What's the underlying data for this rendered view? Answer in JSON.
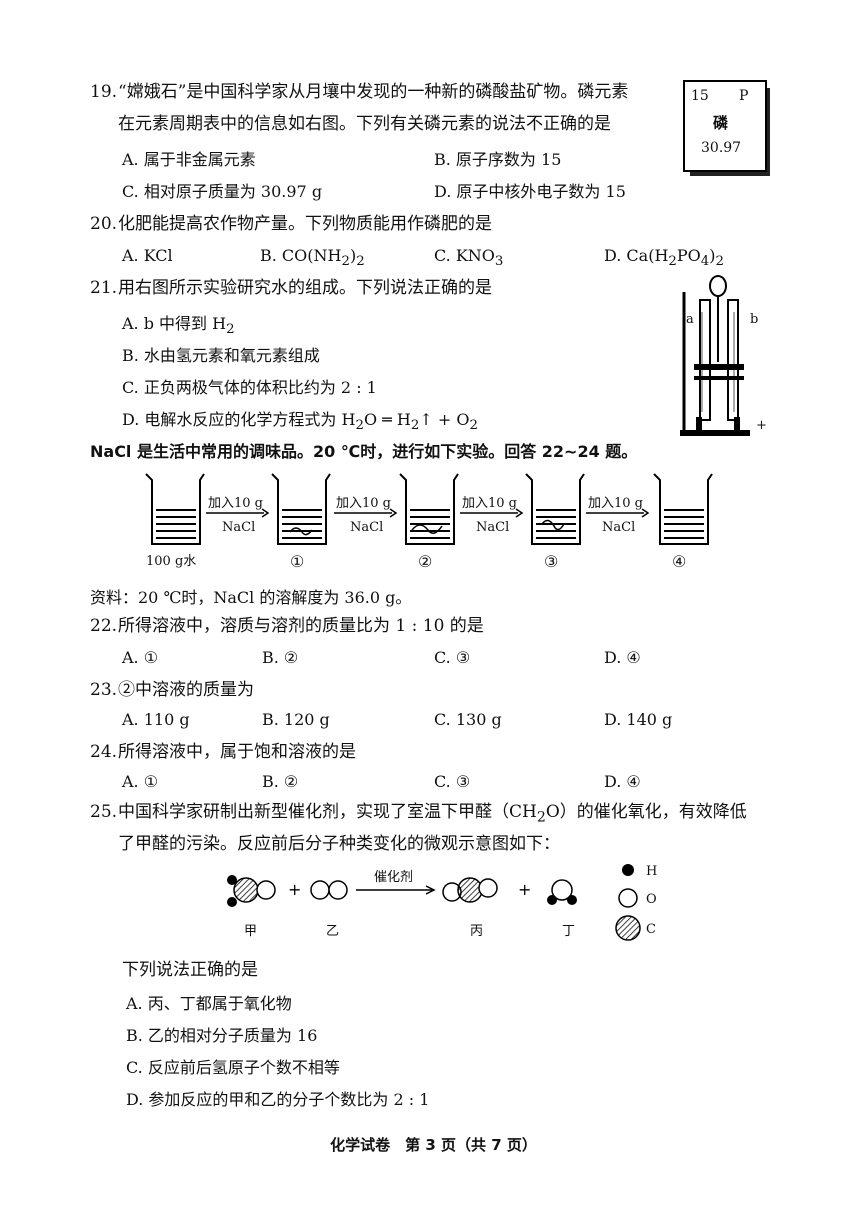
{
  "q19": {
    "number": "19.",
    "stem1": "“嫦娥石”是中国科学家从月壤中发现的一种新的磷酸盐矿物。磷元素",
    "stem2": "在元素周期表中的信息如右图。下列有关磷元素的说法不正确的是",
    "options": {
      "A": "A. 属于非金属元素",
      "B": "B. 原子序数为 15",
      "C": "C. 相对原子质量为 30.97 g",
      "D": "D. 原子中核外电子数为 15"
    },
    "tile": {
      "number": "15",
      "symbol": "P",
      "name": "磷",
      "mass": "30.97"
    }
  },
  "q20": {
    "number": "20.",
    "stem": "化肥能提高农作物产量。下列物质能用作磷肥的是",
    "options": {
      "A": "A. KCl",
      "B": "B. CO(NH",
      "B_sub": "2",
      "B_end": ")",
      "B_sub2": "2",
      "C": "C. KNO",
      "C_sub": "3",
      "D": "D. Ca(H",
      "D_sub": "2",
      "D_mid": "PO",
      "D_sub2": "4",
      "D_end": ")",
      "D_sub3": "2"
    }
  },
  "q21": {
    "number": "21.",
    "stem": "用右图所示实验研究水的组成。下列说法正确的是",
    "options": {
      "A": "A. b 中得到 H",
      "A_sub": "2",
      "B": "B. 水由氢元素和氧元素组成",
      "C": "C. 正负两极气体的体积比约为 2 : 1",
      "D": "D. 电解水反应的化学方程式为 H",
      "D_sub": "2",
      "D_mid": "O ═ H",
      "D_sub2": "2",
      "D_end": "↑ + O",
      "D_sub3": "2"
    },
    "labels": {
      "a": "a",
      "b": "b",
      "plus": "+"
    }
  },
  "intro22": "NaCl 是生活中常用的调味品。20 ℃时，进行如下实验。回答 22~24 题。",
  "experiment": {
    "arrow_label_top": "加入10 g",
    "arrow_label_bottom": "NaCl",
    "start_label": "100 g水",
    "beakers": [
      "①",
      "②",
      "③",
      "④"
    ]
  },
  "note": "资料：20 ℃时，NaCl 的溶解度为 36.0 g。",
  "q22": {
    "number": "22.",
    "stem": "所得溶液中，溶质与溶剂的质量比为 1 : 10 的是",
    "options": {
      "A": "A. ①",
      "B": "B. ②",
      "C": "C. ③",
      "D": "D. ④"
    }
  },
  "q23": {
    "number": "23.",
    "stem": "②中溶液的质量为",
    "options": {
      "A": "A. 110 g",
      "B": "B. 120 g",
      "C": "C. 130 g",
      "D": "D. 140 g"
    }
  },
  "q24": {
    "number": "24.",
    "stem": "所得溶液中，属于饱和溶液的是",
    "options": {
      "A": "A. ①",
      "B": "B. ②",
      "C": "C. ③",
      "D": "D. ④"
    }
  },
  "q25": {
    "number": "25.",
    "stem1": "中国科学家研制出新型催化剂，实现了室温下甲醛（CH",
    "stem1_sub": "2",
    "stem1_end": "O）的催化氧化，有效降低",
    "stem2": "了甲醛的污染。反应前后分子种类变化的微观示意图如下：",
    "catalyst": "催化剂",
    "molecules": [
      "甲",
      "乙",
      "丙",
      "丁"
    ],
    "legend": {
      "H": "H",
      "O": "O",
      "C": "C"
    },
    "lead": "下列说法正确的是",
    "options": {
      "A": "A. 丙、丁都属于氧化物",
      "B": "B. 乙的相对分子质量为 16",
      "C": "C. 反应前后氢原子个数不相等",
      "D": "D. 参加反应的甲和乙的分子个数比为 2 : 1"
    }
  },
  "footer": "化学试卷　第 3 页（共 7 页）"
}
